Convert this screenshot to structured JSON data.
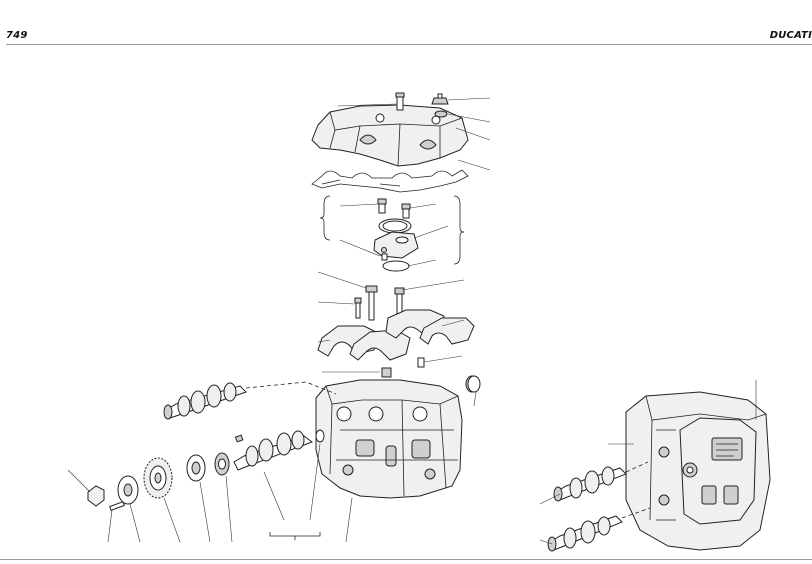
{
  "header": {
    "model": "749",
    "brand": "DUCATI"
  },
  "colors": {
    "ink": "#222222",
    "rule": "#9a9a9a",
    "part_fill": "#f0f0f0",
    "part_shade": "#cfcfcf"
  },
  "figure": {
    "type": "exploded-parts-diagram"
  }
}
